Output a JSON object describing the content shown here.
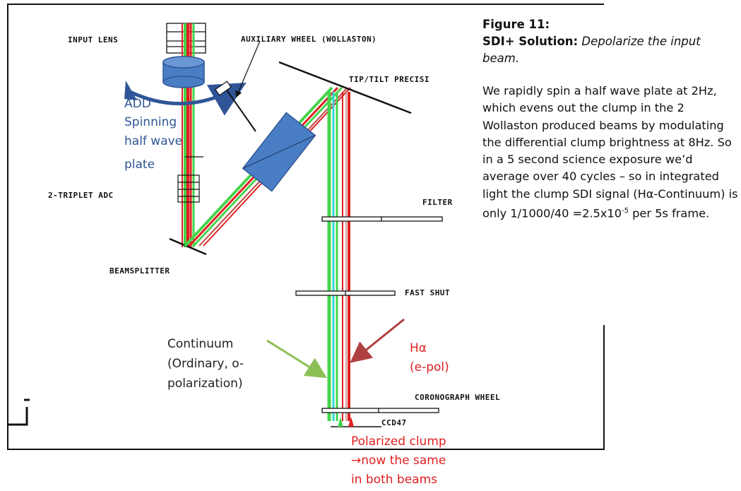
{
  "figure": {
    "title": "Figure 11:",
    "subtitle_bold": "SDI+ Solution:",
    "subtitle_italic": "Depolarize the input beam.",
    "body_main": "We rapidly spin a half wave plate at 2Hz, which evens out the clump in the 2 Wollaston produced beams by modulating the differential clump brightness at 8Hz. So in a 5 second science exposure we’d average over 40 cycles – so in integrated light the clump SDI signal (Hα-Continuum) is only 1/1000/40 =2.5x10",
    "body_exp": "-5",
    "body_tail": " per 5s frame."
  },
  "labels": {
    "input_lens": "INPUT LENS",
    "auxiliary_wheel": "AUXILIARY WHEEL (WOLLASTON)",
    "tip_tilt": "TIP/TILT PRECISI",
    "adc": "2-TRIPLET ADC",
    "filter": "FILTER",
    "beamsplitter": "BEAMSPLITTER",
    "fast_shutter": "FAST SHUT",
    "coronograph": "CORONOGRAPH WHEEL",
    "ccd": "CCD47"
  },
  "annotations": {
    "add_line1": "ADD",
    "add_line2": "Spinning",
    "add_line3": "half wave",
    "add_line4": "plate",
    "continuum_line1": "Continuum",
    "continuum_line2": "(Ordinary, o-",
    "continuum_line3": "polarization)",
    "halpha_line1": "Hα",
    "halpha_line2": "(e-pol)",
    "clump_line1": "Polarized clump",
    "clump_line2": "→now the same",
    "clump_line3": "in both beams"
  },
  "colors": {
    "halpha": "#e02020",
    "continuum": "#44d44a",
    "cyan_beam": "#33d6d6",
    "add_blue": "#2f5597",
    "optic_blue": "#4a7ec4",
    "arrow_green": "#8cbf55",
    "arrow_red": "#b04040"
  }
}
